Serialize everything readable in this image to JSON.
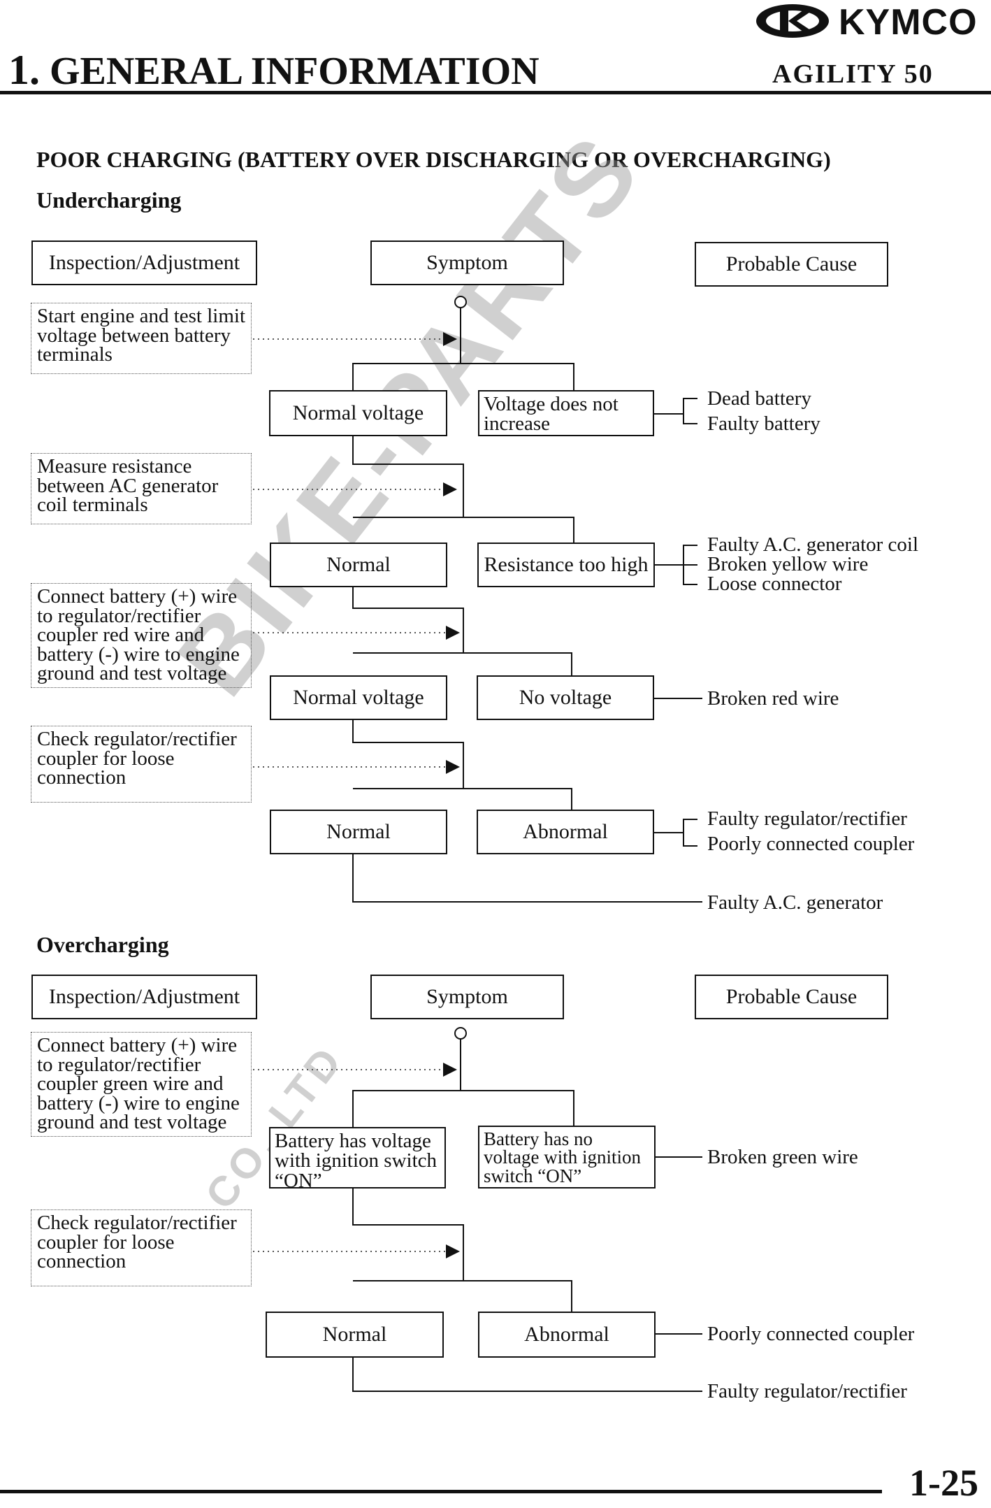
{
  "header": {
    "brand": "KYMCO",
    "chapter_number": "1.",
    "chapter_title": "GENERAL INFORMATION",
    "model": "AGILITY 50"
  },
  "page_title": "POOR CHARGING (BATTERY OVER DISCHARGING OR OVERCHARGING)",
  "undercharging": {
    "heading": "Undercharging",
    "col_headers": {
      "inspection": "Inspection/Adjustment",
      "symptom": "Symptom",
      "cause": "Probable Cause"
    },
    "steps": [
      "Start engine and test limit voltage between battery terminals",
      "Measure resistance between AC generator coil terminals",
      "Connect battery (+) wire to regulator/rectifier coupler red wire and battery (-) wire to engine ground and test voltage",
      "Check regulator/rectifier coupler for loose connection"
    ],
    "symptoms": [
      {
        "ok": "Normal voltage",
        "bad": "Voltage does not increase"
      },
      {
        "ok": "Normal",
        "bad": "Resistance too high"
      },
      {
        "ok": "Normal voltage",
        "bad": "No voltage"
      },
      {
        "ok": "Normal",
        "bad": "Abnormal"
      }
    ],
    "causes": {
      "c1a": "Dead battery",
      "c1b": "Faulty battery",
      "c2a": "Faulty A.C. generator coil",
      "c2b": "Broken yellow wire",
      "c2c": "Loose connector",
      "c3": "Broken red wire",
      "c4a": "Faulty regulator/rectifier",
      "c4b": "Poorly connected coupler",
      "final": "Faulty A.C. generator"
    }
  },
  "overcharging": {
    "heading": "Overcharging",
    "col_headers": {
      "inspection": "Inspection/Adjustment",
      "symptom": "Symptom",
      "cause": "Probable Cause"
    },
    "steps": [
      "Connect battery (+) wire to regulator/rectifier coupler green wire and battery (-) wire to engine ground and test voltage",
      "Check regulator/rectifier coupler for loose connection"
    ],
    "symptoms": [
      {
        "ok": "Battery has voltage with ignition switch “ON”",
        "bad": "Battery has no voltage with ignition switch “ON”"
      },
      {
        "ok": "Normal",
        "bad": "Abnormal"
      }
    ],
    "causes": {
      "c1": "Broken green wire",
      "c2": "Poorly connected coupler",
      "final": "Faulty regulator/rectifier"
    }
  },
  "watermark": {
    "main": "BIKE-PARTS",
    "sub": "CO.,LTD"
  },
  "footer": {
    "page_number": "1-25"
  }
}
